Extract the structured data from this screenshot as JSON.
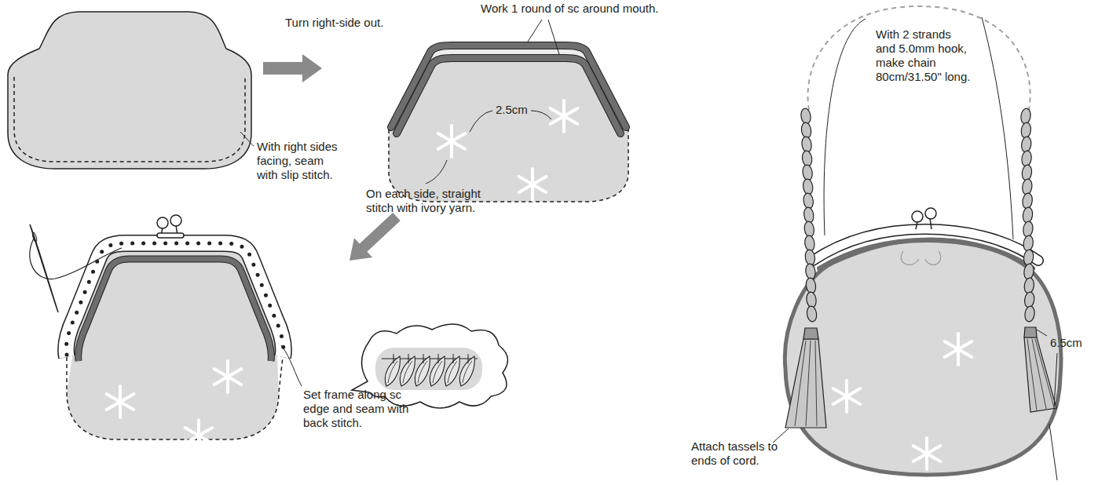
{
  "diagram": {
    "labels": [
      "Turn right-side out.",
      "With right sides facing, seam with slip stitch.",
      "Work 1 round of sc around mouth.",
      "2.5cm",
      "On each side, straight stitch with ivory yarn.",
      "Set frame along sc edge and seam with back stitch.",
      "With 2 strands and 5.0mm hook, make chain 80cm/31.50\" long.",
      "6.5cm",
      "Attach tassels to ends of cord."
    ]
  }
}
